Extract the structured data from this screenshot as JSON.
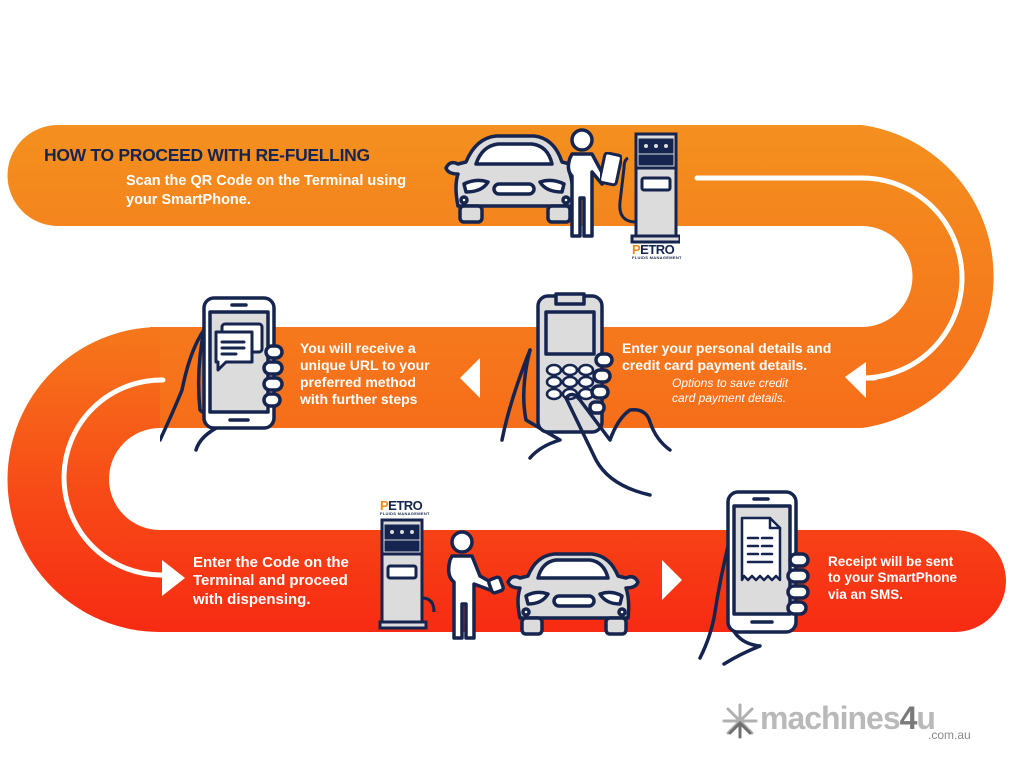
{
  "title": "HOW TO PROCEED WITH RE-FUELLING",
  "colors": {
    "band_top": "#f4901f",
    "band_middle": "#f77a1c",
    "band_bottom": "#f72f14",
    "navy": "#16254f",
    "device_fill": "#dcdcdc",
    "white": "#ffffff"
  },
  "steps": [
    {
      "id": "scan-qr",
      "lines": [
        "Scan the QR Code on the Terminal using",
        "your SmartPhone."
      ]
    },
    {
      "id": "enter-details",
      "lines": [
        "Enter your personal details and",
        "credit card payment details."
      ],
      "note_lines": [
        "Options to save credit",
        "card payment details."
      ]
    },
    {
      "id": "receive-url",
      "lines": [
        "You will receive a",
        "unique URL to your",
        "preferred method",
        "with further steps"
      ]
    },
    {
      "id": "enter-code",
      "lines": [
        "Enter the Code on the",
        "Terminal and proceed",
        "with dispensing."
      ]
    },
    {
      "id": "receipt",
      "lines": [
        "Receipt will be sent",
        "to your SmartPhone",
        "via an SMS."
      ]
    }
  ],
  "brand": {
    "petro_name": "PETRO",
    "petro_first": "P",
    "petro_rest": "ETRO",
    "petro_tagline": "FLUIDS MANAGEMENT"
  },
  "watermark": {
    "name_part": "machines",
    "number_part": "4",
    "suffix_part": "u",
    "domain": ".com.au"
  },
  "icons": [
    "car-icon",
    "person-icon",
    "smartphone-icon",
    "fuel-pump-icon",
    "hand-holding-phone-icon",
    "chat-bubble-icon",
    "card-terminal-icon",
    "pointing-hand-icon",
    "receipt-icon",
    "arrow-icon",
    "snowflake-logo-icon"
  ]
}
